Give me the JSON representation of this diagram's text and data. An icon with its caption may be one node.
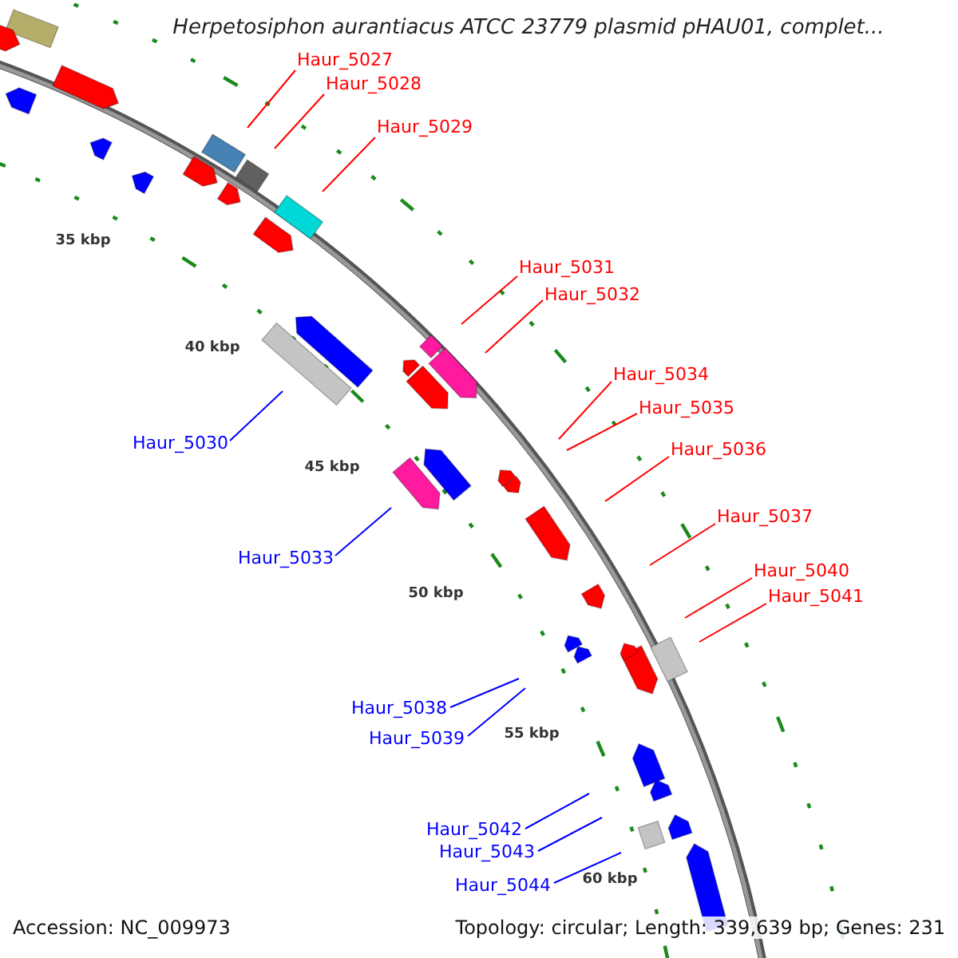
{
  "diagram": {
    "title": "Herpetosiphon aurantiacus ATCC 23779 plasmid pHAU01, complet...",
    "nodes": [
      {
        "text": [
          "Haur_5027"
        ]
      },
      {
        "text": [
          "Haur_5028"
        ]
      },
      {
        "text": [
          "Haur_5029"
        ]
      },
      {
        "text": [
          "Haur_5030"
        ]
      },
      {
        "text": [
          "Haur_5031"
        ]
      },
      {
        "text": [
          "Haur_5032"
        ]
      },
      {
        "text": [
          "Haur_5033"
        ]
      },
      {
        "text": [
          "Haur_5034"
        ]
      },
      {
        "text": [
          "Haur_5035"
        ]
      },
      {
        "text": [
          "Haur_5036"
        ]
      },
      {
        "text": [
          "Haur_5037"
        ]
      },
      {
        "text": [
          "Haur_5038"
        ]
      },
      {
        "text": [
          "Haur_5039"
        ]
      },
      {
        "text": [
          "Haur_5040"
        ]
      },
      {
        "text": [
          "Haur_5041"
        ]
      },
      {
        "text": [
          "Haur_5042"
        ]
      },
      {
        "text": [
          "Haur_5043"
        ]
      },
      {
        "text": [
          "Haur_5044"
        ]
      }
    ],
    "edges": [
      {
        "from": 0,
        "to": null,
        "arrow": "none"
      },
      {
        "from": 1,
        "to": null,
        "arrow": "none"
      },
      {
        "from": 2,
        "to": null,
        "arrow": "none"
      },
      {
        "from": 3,
        "to": null,
        "arrow": "none",
        "color": "#0000ff"
      },
      {
        "from": 4,
        "to": null,
        "arrow": "none"
      },
      {
        "from": 5,
        "to": null,
        "arrow": "none"
      },
      {
        "from": 6,
        "to": null,
        "arrow": "none",
        "color": "#0000ff"
      },
      {
        "from": 7,
        "to": null,
        "arrow": "none"
      },
      {
        "from": 8,
        "to": null,
        "arrow": "none"
      },
      {
        "from": 9,
        "to": null,
        "arrow": "none"
      },
      {
        "from": 10,
        "to": null,
        "arrow": "none"
      },
      {
        "from": 11,
        "to": null,
        "arrow": "none",
        "color": "#0000ff"
      },
      {
        "from": 12,
        "to": null,
        "arrow": "none",
        "color": "#0000ff"
      },
      {
        "from": 13,
        "to": null,
        "arrow": "none"
      },
      {
        "from": 14,
        "to": null,
        "arrow": "none"
      },
      {
        "from": 15,
        "to": null,
        "arrow": "none",
        "color": "#0000ff"
      },
      {
        "from": 16,
        "to": null,
        "arrow": "none",
        "color": "#0000ff"
      },
      {
        "from": 17,
        "to": null,
        "arrow": "none",
        "color": "#0000ff"
      }
    ],
    "labels": [
      "35 kbp",
      "40 kbp",
      "45 kbp",
      "50 kbp",
      "55 kbp",
      "60 kbp",
      "Accession: NC_009973",
      "Topology: circular; Length: 339,639 bp; Genes: 231"
    ]
  }
}
